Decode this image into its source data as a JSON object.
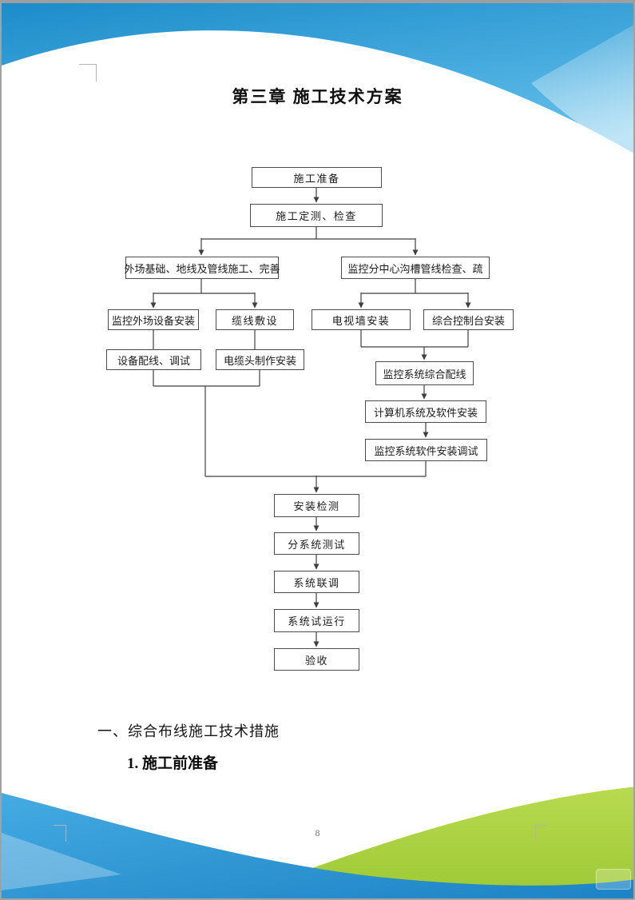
{
  "page": {
    "title": "第三章  施工技术方案",
    "section_heading": "一、综合布线施工技术措施",
    "subsection_heading": "1. 施工前准备",
    "page_number": "8"
  },
  "flowchart": {
    "nodes": [
      {
        "id": "construction-preparation",
        "label": "施工准备"
      },
      {
        "id": "survey-inspection",
        "label": "施工定测、检查"
      },
      {
        "id": "field-foundation-pipeline",
        "label": "外场基础、地线及管线施工、完善"
      },
      {
        "id": "subcenter-trench-check",
        "label": "监控分中心沟槽管线检查、疏"
      },
      {
        "id": "field-equipment-install",
        "label": "监控外场设备安装"
      },
      {
        "id": "cable-laying",
        "label": "缆线敷设"
      },
      {
        "id": "tv-wall-install",
        "label": "电视墙安装"
      },
      {
        "id": "console-install",
        "label": "综合控制台安装"
      },
      {
        "id": "equipment-wiring-debug",
        "label": "设备配线、调试"
      },
      {
        "id": "cable-head-make-install",
        "label": "电缆头制作安装"
      },
      {
        "id": "monitor-system-wiring",
        "label": "监控系统综合配线"
      },
      {
        "id": "computer-software-install",
        "label": "计算机系统及软件安装"
      },
      {
        "id": "monitor-software-debug",
        "label": "监控系统软件安装调试"
      },
      {
        "id": "installation-inspection",
        "label": "安装检测"
      },
      {
        "id": "subsystem-test",
        "label": "分系统测试"
      },
      {
        "id": "system-joint-debug",
        "label": "系统联调"
      },
      {
        "id": "system-trial-run",
        "label": "系统试运行"
      },
      {
        "id": "acceptance",
        "label": "验收"
      }
    ]
  },
  "colors": {
    "header_blue_dark": "#1b8cca",
    "header_blue_light": "#63c0ec",
    "footer_blue_dark": "#1b82c4",
    "footer_blue_light": "#3ba4dd",
    "footer_green": "#a6cf3d",
    "box_border": "#4c4c4c",
    "connector": "#3f3f3f"
  }
}
